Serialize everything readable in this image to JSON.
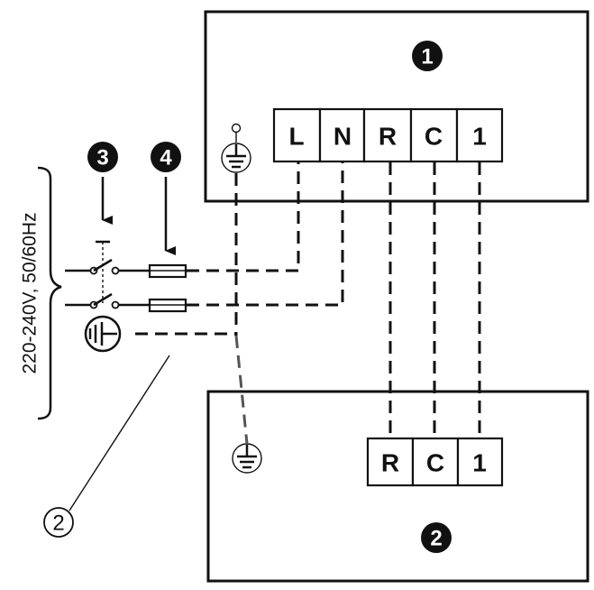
{
  "indoor_unit": {
    "badge": "1",
    "terminals": [
      "L",
      "N",
      "R",
      "C",
      "1"
    ]
  },
  "outdoor_unit": {
    "badge": "2",
    "terminals": [
      "R",
      "C",
      "1"
    ]
  },
  "switch_callout": {
    "badge": "3"
  },
  "fuse_callout": {
    "badge": "4"
  },
  "cable_callout": {
    "label": "2"
  },
  "power_supply": {
    "label": "220-240V, 50/60Hz"
  }
}
